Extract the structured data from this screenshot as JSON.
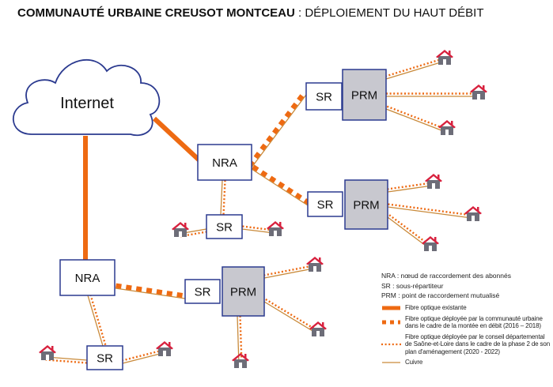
{
  "title": {
    "bold": "COMMUNAUTÉ URBAINE CREUSOT MONTCEAU",
    "rest": " : DÉPLOIEMENT DU HAUT DÉBIT"
  },
  "nodes": {
    "internet": "Internet",
    "nra": "NRA",
    "sr": "SR",
    "prm": "PRM"
  },
  "legend": {
    "abbreviations": [
      "NRA : nœud de raccordement des abonnés",
      "SR : sous-répartiteur",
      "PRM : point de raccordement mutualisé"
    ],
    "lines": [
      {
        "label": "Fibre optique existante",
        "style": "thick"
      },
      {
        "label": "Fibre optique déployée par la communauté urbaine dans le cadre de la montée en débit (2016 – 2018)",
        "style": "dashed"
      },
      {
        "label": "Fibre optique déployée par le conseil départemental de Saône-et-Loire dans le cadre de la phase 2 de son plan d'aménagement (2020 - 2022)",
        "style": "dotted"
      },
      {
        "label": "Cuivre",
        "style": "thin"
      }
    ]
  },
  "colors": {
    "orange": "#ee6a12",
    "copper": "#c98a3a",
    "box_border": "#2b3a8f",
    "prm_fill": "#c8c8cf",
    "roof": "#d8213e",
    "house": "#6d6d78"
  }
}
